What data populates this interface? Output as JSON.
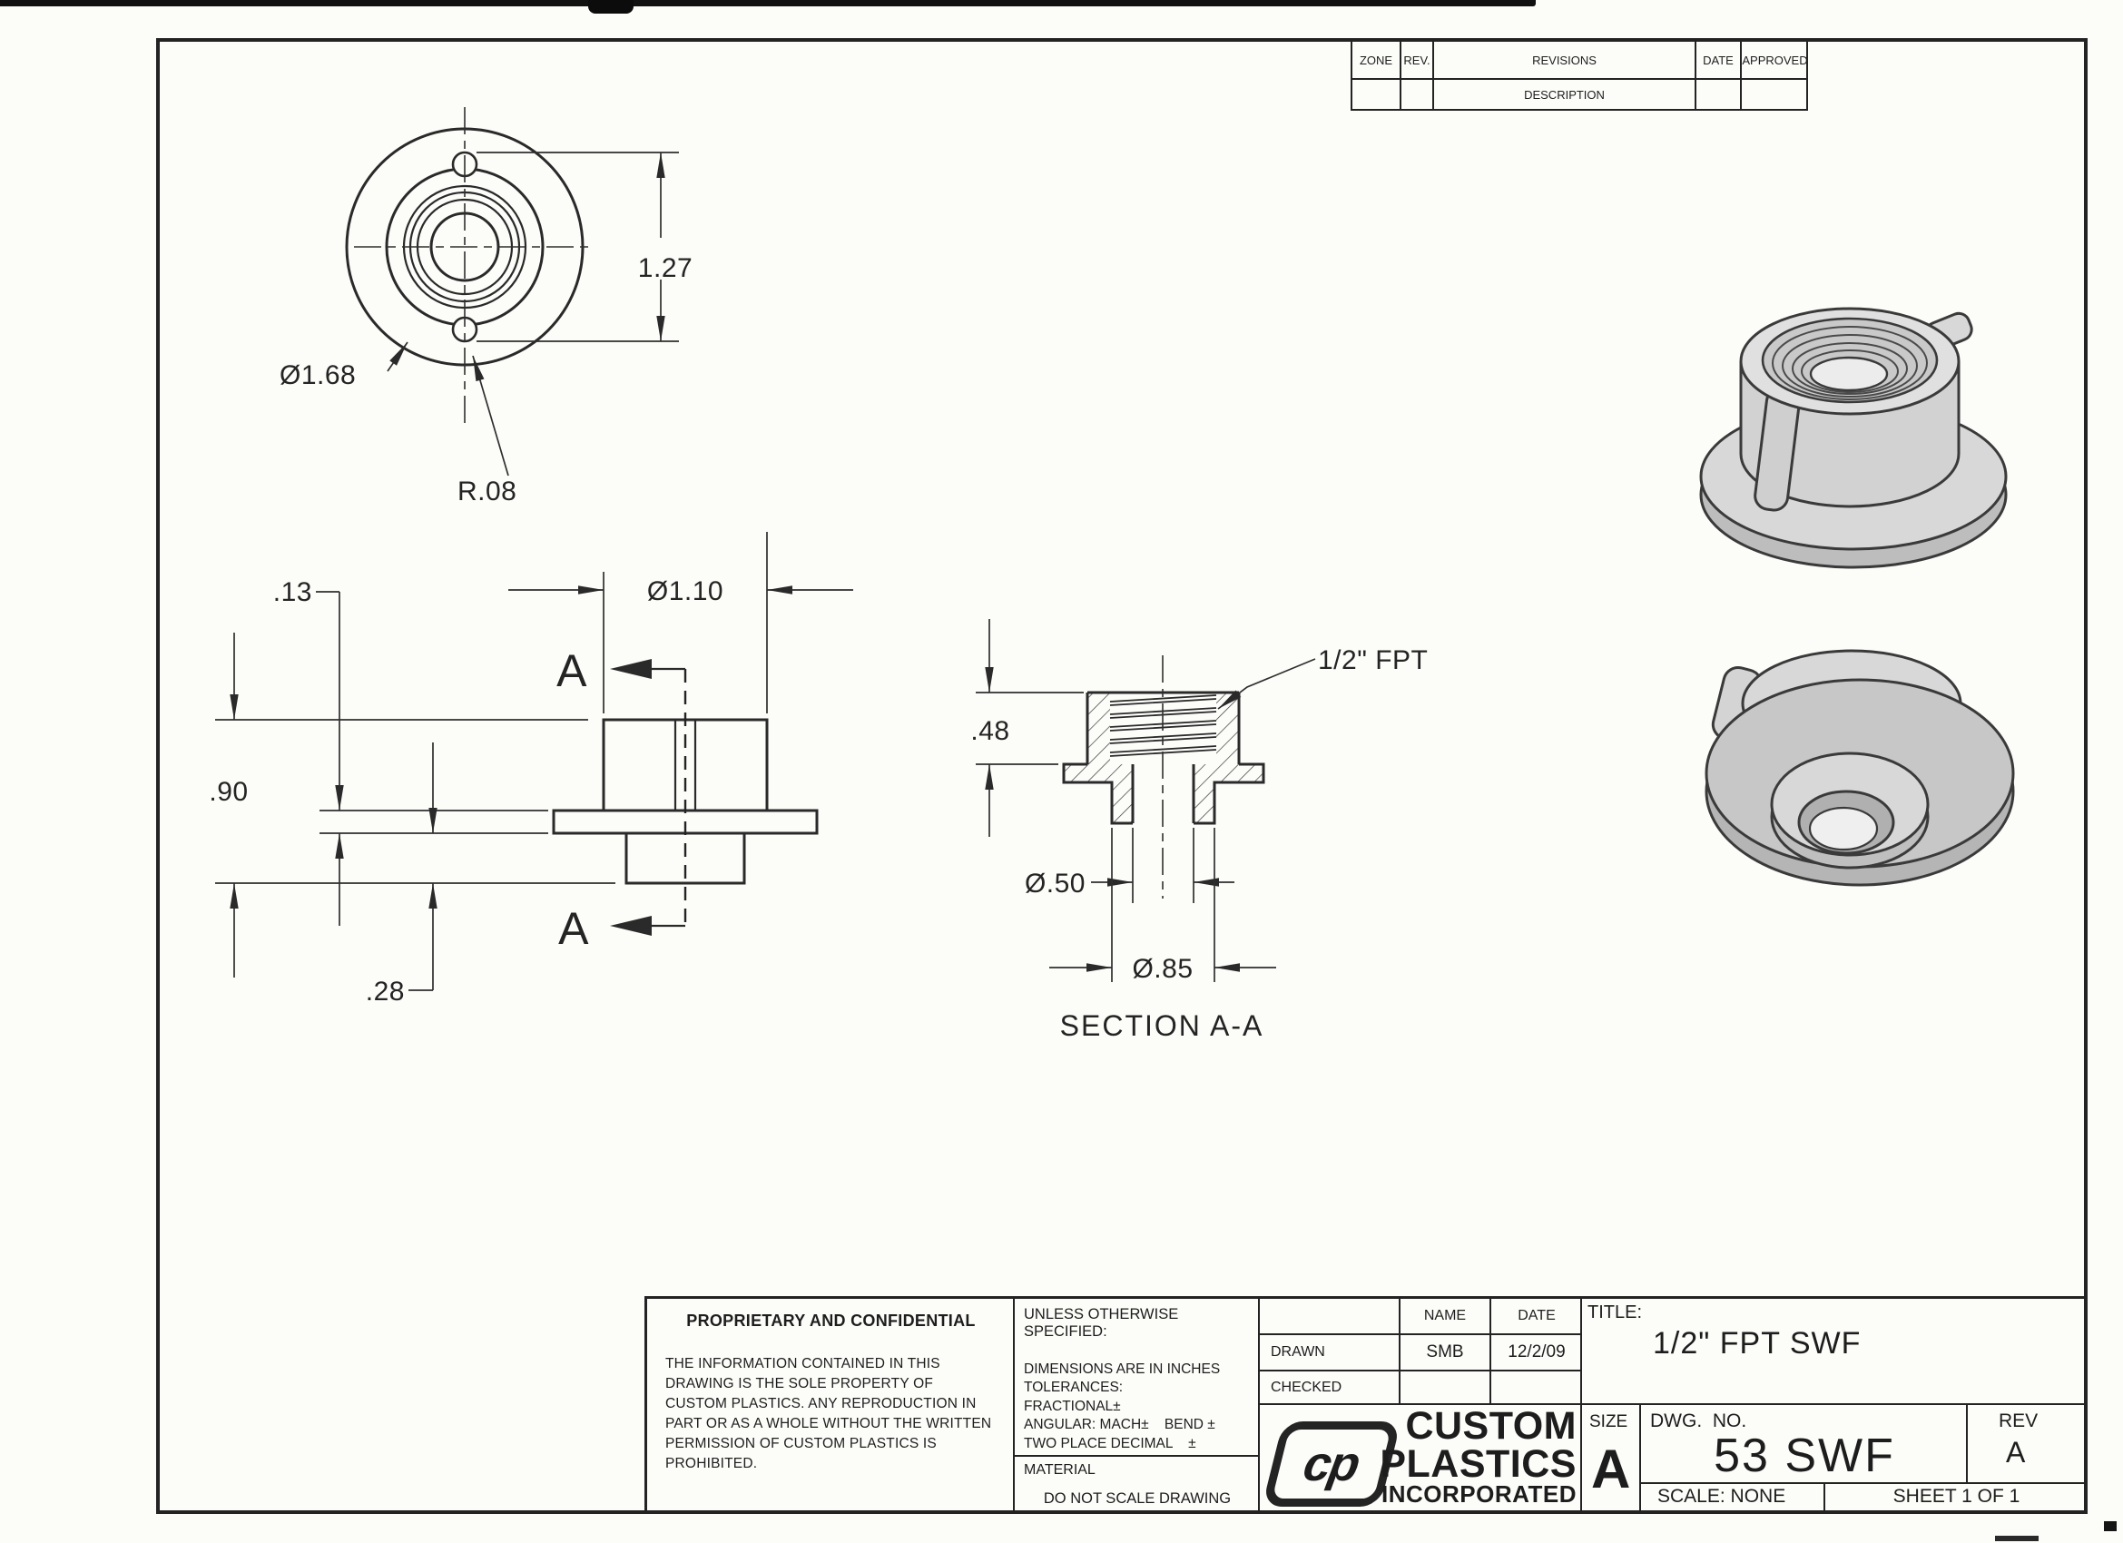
{
  "page": {
    "paper_color": "#fcfcf9",
    "line_color": "#2a2a2a",
    "render_body_color": "#d6d6d6",
    "render_shadow_color": "#bdbdbd"
  },
  "revisions_table": {
    "zone": "ZONE",
    "rev": "REV.",
    "revisions": "REVISIONS",
    "description": "DESCRIPTION",
    "date": "DATE",
    "approved": "APPROVED"
  },
  "drawing": {
    "dims": {
      "flange_dia": "Ø1.68",
      "tab_radius": "R.08",
      "tab_span": "1.27",
      "body_dia": "Ø1.10",
      "flange_thk": ".13",
      "overall_h": ".90",
      "boss_h": ".28",
      "thread_depth": ".48",
      "bore_dia": "Ø.50",
      "boss_dia": "Ø.85"
    },
    "labels": {
      "thread": "1/2\" FPT",
      "section_caption": "SECTION A-A",
      "section_letter": "A"
    }
  },
  "title_block": {
    "proprietary": {
      "heading": "PROPRIETARY AND CONFIDENTIAL",
      "body": "THE INFORMATION CONTAINED IN THIS DRAWING IS THE SOLE PROPERTY OF CUSTOM PLASTICS.  ANY REPRODUCTION IN PART OR AS A WHOLE WITHOUT THE WRITTEN PERMISSION OF CUSTOM PLASTICS IS PROHIBITED.",
      "heading_color": "#1d1d1d"
    },
    "spec": {
      "heading": "UNLESS OTHERWISE SPECIFIED:",
      "lines": [
        "DIMENSIONS ARE IN INCHES",
        "TOLERANCES:",
        "FRACTIONAL±",
        "ANGULAR: MACH±    BEND ±",
        "TWO PLACE DECIMAL    ±"
      ],
      "material_label": "MATERIAL",
      "do_not_scale": "DO NOT SCALE DRAWING"
    },
    "signoff": {
      "name_header": "NAME",
      "date_header": "DATE",
      "drawn_label": "DRAWN",
      "drawn_name": "SMB",
      "drawn_date": "12/2/09",
      "checked_label": "CHECKED"
    },
    "company": {
      "logo_text": "cp",
      "line1": "CUSTOM",
      "line2": "PLASTICS",
      "line3": "INCORPORATED"
    },
    "title_label": "TITLE:",
    "title_value": "1/2\" FPT SWF",
    "size_label": "SIZE",
    "size_value": "A",
    "dwg_label": "DWG.  NO.",
    "dwg_value": "53 SWF",
    "rev_label": "REV",
    "rev_value": "A",
    "scale_label": "SCALE:  NONE",
    "sheet_label": "SHEET 1 OF 1"
  }
}
